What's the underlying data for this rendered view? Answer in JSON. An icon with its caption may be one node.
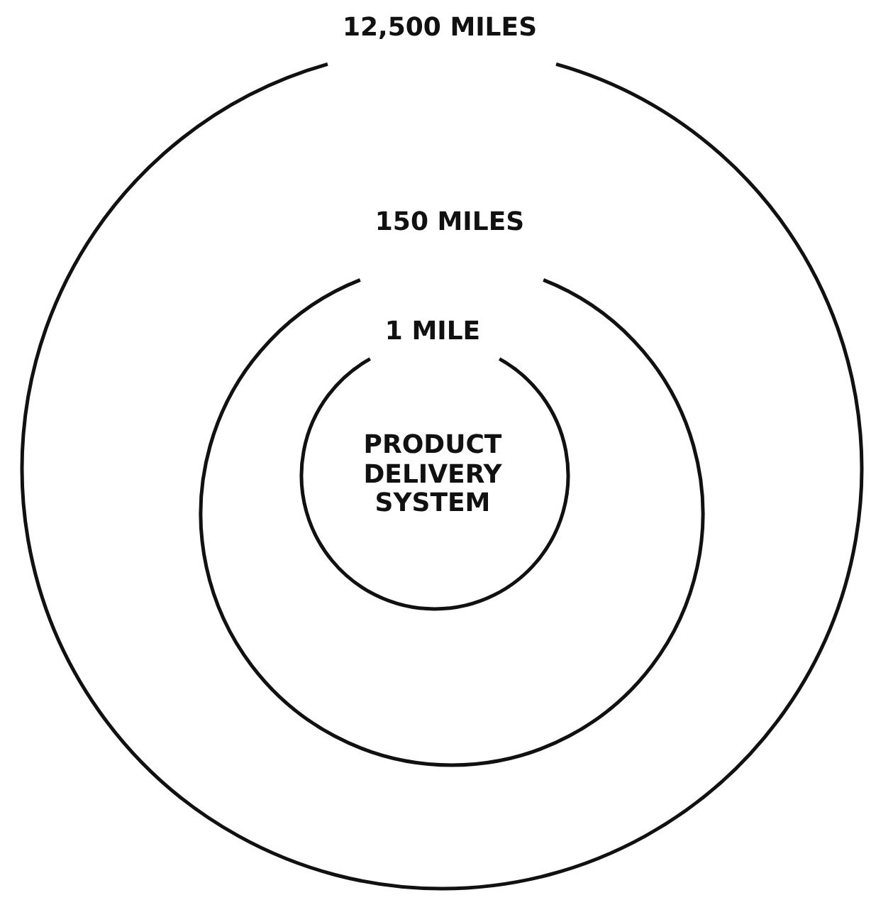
{
  "diagram": {
    "nodes": [
      {
        "text": [
          "12,500 MILES"
        ]
      },
      {
        "text": [
          "150 MILES"
        ],
        "in": 0
      },
      {
        "text": [
          "1 MILE",
          "PRODUCT DELIVERY SYSTEM"
        ],
        "in": 1
      }
    ]
  }
}
